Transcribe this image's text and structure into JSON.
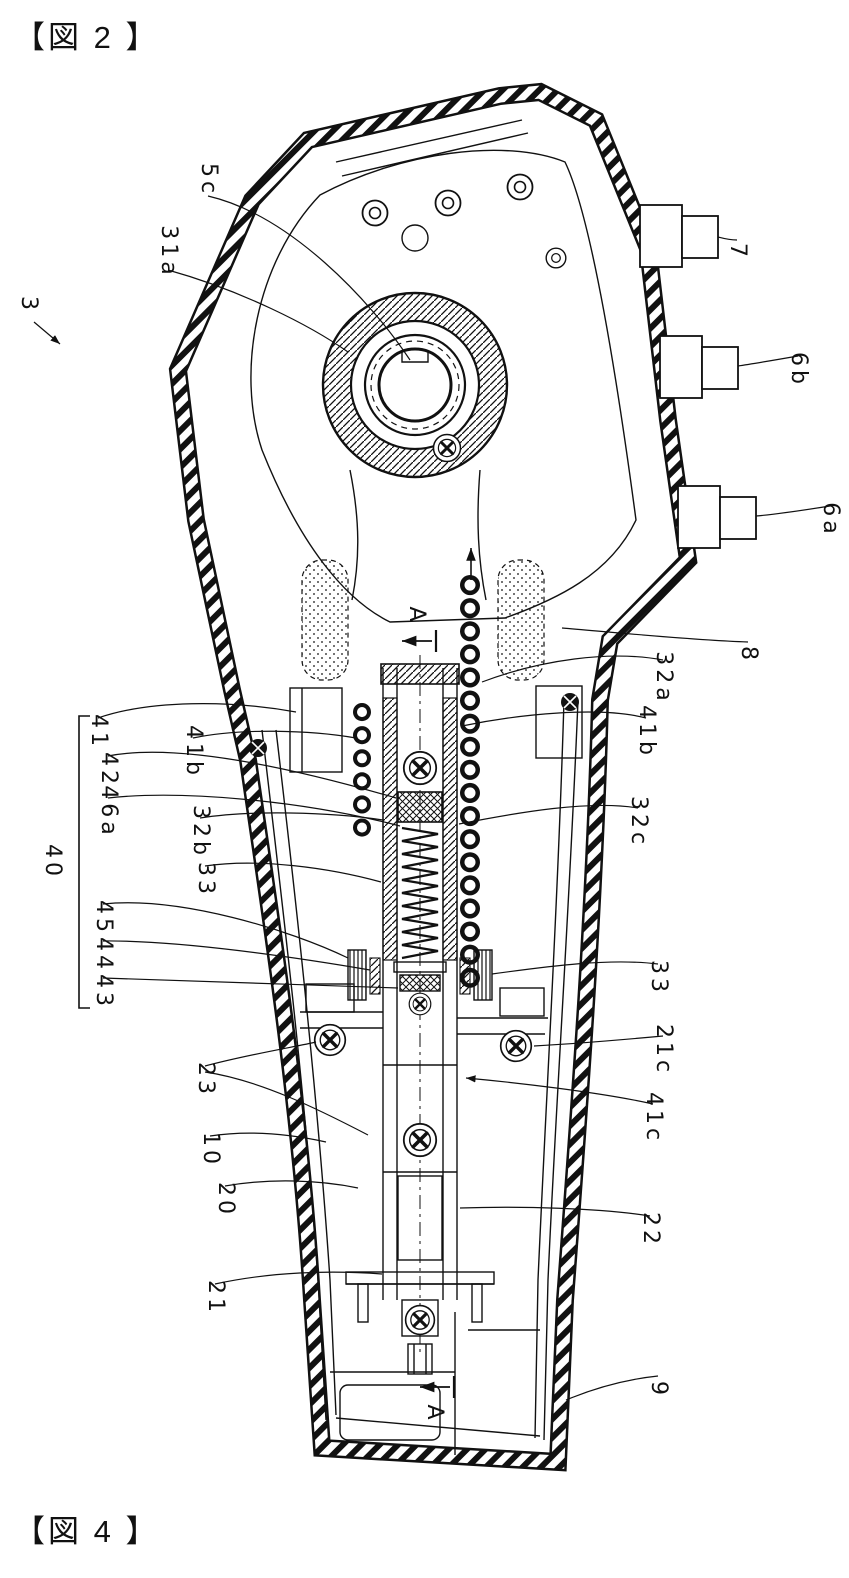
{
  "page": {
    "fig_top_caption": "【図 2 】",
    "fig_bottom_caption": "【図 4 】"
  },
  "figure": {
    "section_marker": "A",
    "labels": {
      "n3": "3",
      "n5c": "5c",
      "n31a": "31a",
      "n7": "7",
      "n6b": "6b",
      "n6a": "6a",
      "n8": "8",
      "n32a": "32a",
      "n41": "41",
      "n41b": "41b",
      "n42": "42",
      "n46a": "46a",
      "n32b": "32b",
      "n32c": "32c",
      "n33": "33",
      "n40": "40",
      "n45": "45",
      "n44": "44",
      "n43": "43",
      "n23": "23",
      "n21c": "21c",
      "n41c": "41c",
      "n10": "10",
      "n20": "20",
      "n22": "22",
      "n21": "21",
      "n9": "9"
    }
  }
}
